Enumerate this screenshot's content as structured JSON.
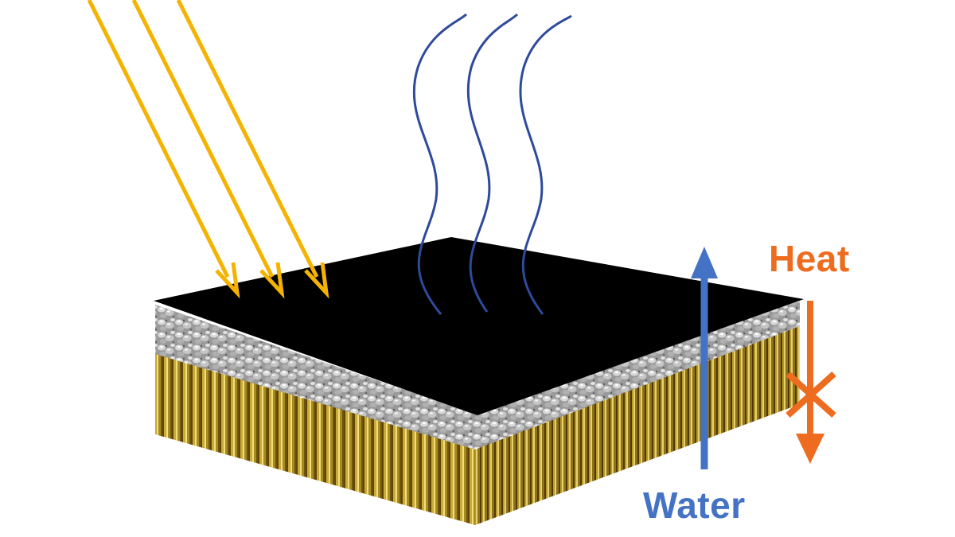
{
  "labels": {
    "heat": "Heat",
    "water": "Water"
  },
  "colors": {
    "sun_rays": "#F5B301",
    "vapor": "#2E4A9B",
    "water": "#4472C4",
    "heat": "#ED6C1F",
    "absorber": "#000000",
    "insulation": "#B8B8B8",
    "wick": "#B89A2A"
  },
  "icons": {
    "sun_rays": "arrow-down-right-icon",
    "vapor": "wavy-line-icon",
    "water_flow": "arrow-up-icon",
    "heat_flow": "arrow-down-icon",
    "blocked": "cross-icon"
  },
  "components": {
    "sun_ray_count": 3,
    "vapor_stream_count": 3
  }
}
